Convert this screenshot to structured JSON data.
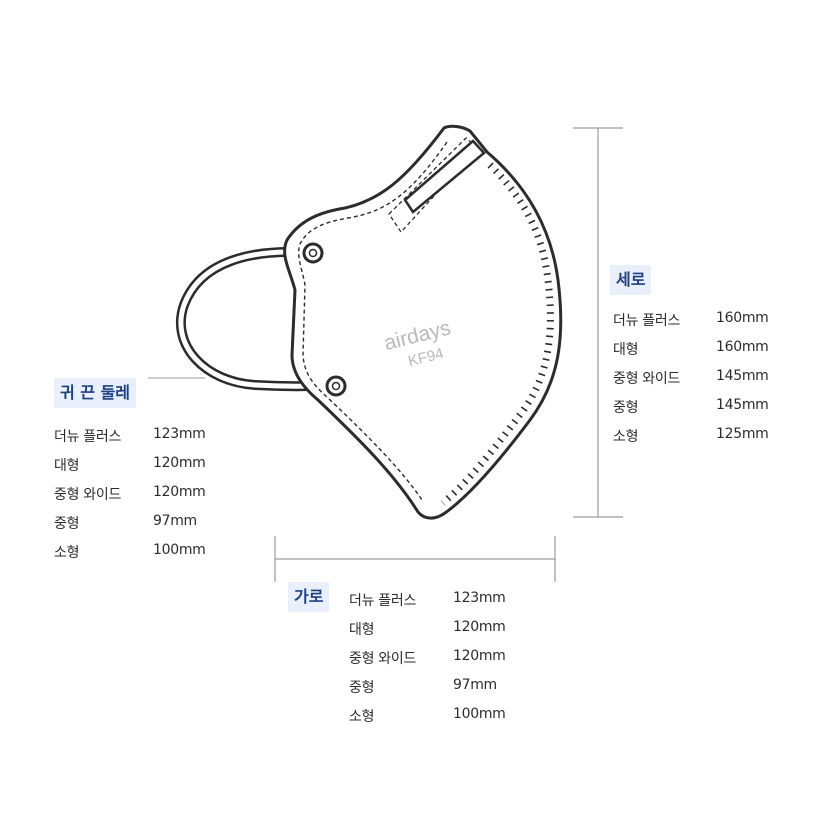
{
  "mask": {
    "brand": "airdays",
    "grade": "KF94"
  },
  "colors": {
    "outline": "#2c2c2c",
    "dimension_line": "#9a9aa6",
    "heading_bg": "#e9f0fb",
    "heading_text": "#1d3f84"
  },
  "ear": {
    "title": "귀 끈 둘레",
    "rows": [
      {
        "size": "더뉴 플러스",
        "value": "123mm"
      },
      {
        "size": "대형",
        "value": "120mm"
      },
      {
        "size": "중형 와이드",
        "value": "120mm"
      },
      {
        "size": "중형",
        "value": "97mm"
      },
      {
        "size": "소형",
        "value": "100mm"
      }
    ]
  },
  "width": {
    "title": "가로",
    "rows": [
      {
        "size": "더뉴 플러스",
        "value": "123mm"
      },
      {
        "size": "대형",
        "value": "120mm"
      },
      {
        "size": "중형 와이드",
        "value": "120mm"
      },
      {
        "size": "중형",
        "value": "97mm"
      },
      {
        "size": "소형",
        "value": "100mm"
      }
    ]
  },
  "height": {
    "title": "세로",
    "rows": [
      {
        "size": "더뉴 플러스",
        "value": "160mm"
      },
      {
        "size": "대형",
        "value": "160mm"
      },
      {
        "size": "중형 와이드",
        "value": "145mm"
      },
      {
        "size": "중형",
        "value": "145mm"
      },
      {
        "size": "소형",
        "value": "125mm"
      }
    ]
  }
}
